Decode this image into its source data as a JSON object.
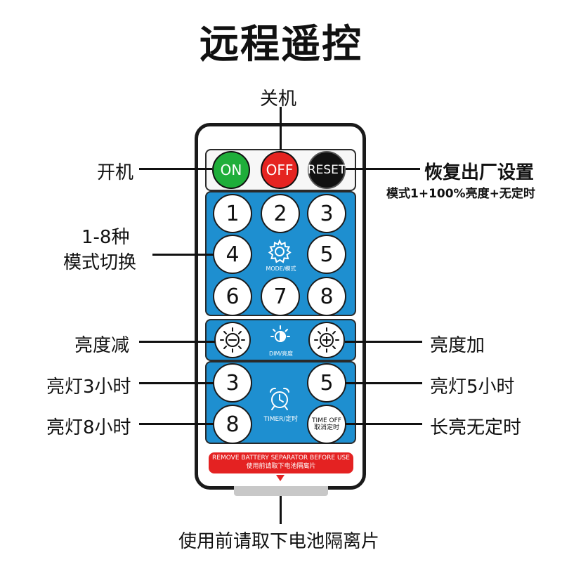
{
  "title": "远程遥控",
  "callouts": {
    "off": "关机",
    "on": "开机",
    "reset": "恢复出厂设置",
    "reset_sub": "模式1+100%亮度+无定时",
    "modes_line1": "1-8种",
    "modes_line2": "模式切换",
    "dim_down": "亮度减",
    "dim_up": "亮度加",
    "timer3": "亮灯3小时",
    "timer5": "亮灯5小时",
    "timer8": "亮灯8小时",
    "no_timer": "长亮无定时",
    "separator": "使用前请取下电池隔离片"
  },
  "remote": {
    "power_buttons": {
      "on": "ON",
      "off": "OFF",
      "reset": "RESET"
    },
    "mode_buttons": [
      "1",
      "2",
      "3",
      "4",
      "5",
      "6",
      "7",
      "8"
    ],
    "mode_label": "MODE/模式",
    "dim_label": "DIM/亮度",
    "timer_buttons": [
      "3",
      "5",
      "8"
    ],
    "timer_label": "TIMER/定时",
    "time_off_line1": "TIME OFF",
    "time_off_line2": "取消定时",
    "warning_line1": "REMOVE BATTERY SEPARATOR BEFORE USE",
    "warning_line2": "使用前请取下电池隔离片"
  },
  "colors": {
    "on": "#1fae3a",
    "off": "#e52421",
    "reset": "#111111",
    "panel": "#1e8fd0",
    "warning": "#e42222"
  }
}
